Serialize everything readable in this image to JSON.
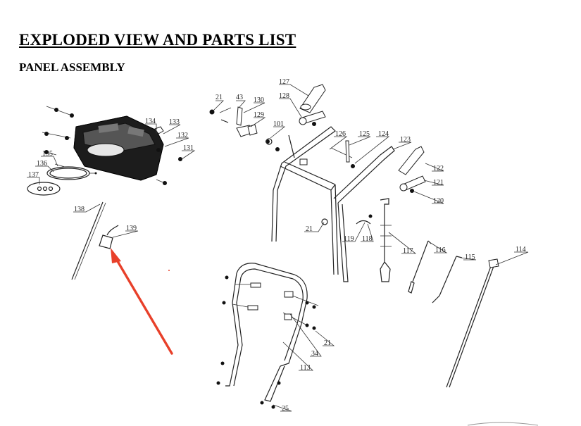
{
  "document": {
    "title": "EXPLODED VIEW AND PARTS LIST",
    "subtitle": "PANEL ASSEMBLY"
  },
  "callouts": [
    "21",
    "43",
    "130",
    "129",
    "101",
    "127",
    "128",
    "126",
    "125",
    "124",
    "123",
    "122",
    "121",
    "120",
    "134",
    "133",
    "132",
    "131",
    "135",
    "136",
    "137",
    "138",
    "139",
    "21",
    "119",
    "118",
    "117",
    "116",
    "115",
    "114",
    "21",
    "34",
    "113",
    "25"
  ],
  "colors": {
    "arrow": "#e8402a",
    "ink": "#222222"
  }
}
